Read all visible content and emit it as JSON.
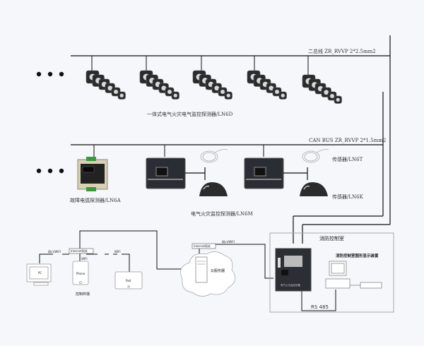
{
  "buses": {
    "bus1_label": "二总线 ZR_RVVP 2*2.5mm2",
    "bus2_label": "CAN BUS ZR_RVVP 2*1.5mm2"
  },
  "devices": {
    "ln6d_label": "一体式电气火灾电气监控探测器/LN6D",
    "ln6a_label": "故障电弧探测器/LN6A",
    "ln6m_label": "电气火灾监控探测器/LN6M",
    "ln6t_label": "传感器/LN6T",
    "ln6k_label": "传感器/LN6K"
  },
  "network": {
    "gateway_left": "Internet网关",
    "gateway_cloud": "Internet网关",
    "link_pc": "网口/WIFI",
    "link_phone": "WIFI",
    "link_pad": "WIFI",
    "link_cloud": "网口/WIFI",
    "pc": "PC",
    "phone": "Phone",
    "pad": "Pad",
    "terminal_caption": "控制终端",
    "cloud_server": "云服务器"
  },
  "control_room": {
    "title": "消防控制室",
    "display_label": "消防控制室图形显示装置",
    "rs485": "RS 485",
    "host_caption": "电气火灾监控设备"
  },
  "ellipsis": "•  •  •"
}
